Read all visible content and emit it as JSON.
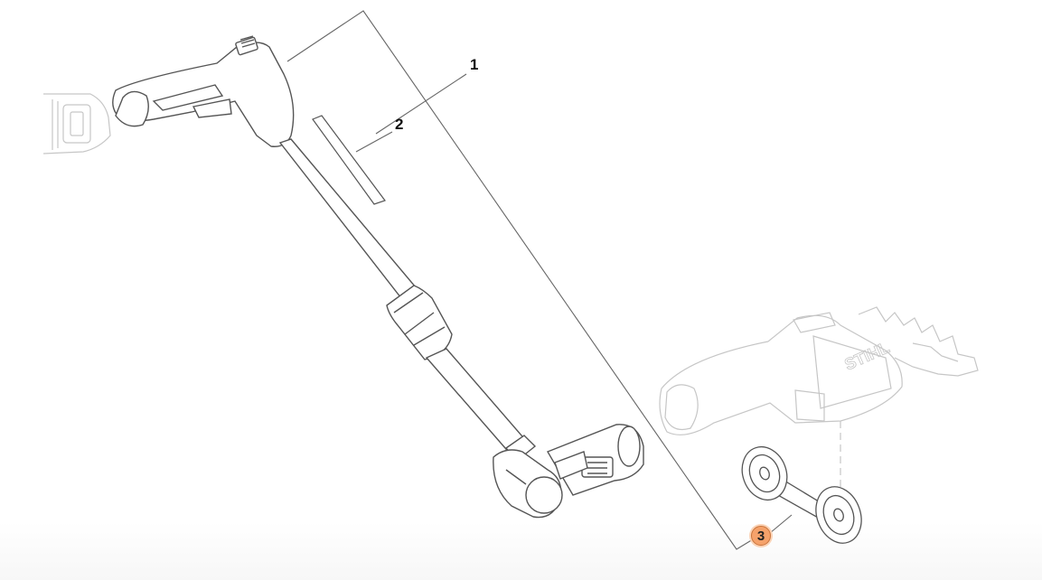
{
  "callouts": [
    {
      "id": "1",
      "label": "1",
      "clickable": false
    },
    {
      "id": "2",
      "label": "2",
      "clickable": false
    },
    {
      "id": "3",
      "label": "3",
      "clickable": true
    }
  ],
  "colors": {
    "outline": "#555555",
    "faint_outline": "#c6c6c6",
    "leader_line": "#666666",
    "hotspot_fill": "#f5a26b",
    "hotspot_border": "#c9733a"
  },
  "logo_text": "STIHL"
}
